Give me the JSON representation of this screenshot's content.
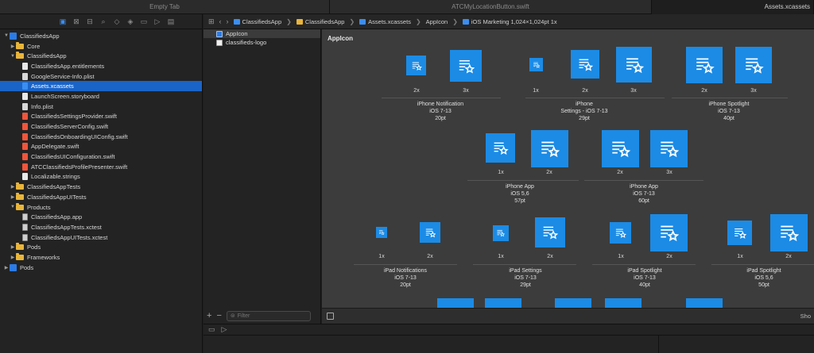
{
  "tabs": [
    "Empty Tab",
    "ATCMyLocationButton.swift",
    "Assets.xcassets"
  ],
  "navigator": {
    "toolbar_icons": [
      "folder-icon",
      "source-control-icon",
      "symbol-icon",
      "find-icon",
      "issue-icon",
      "test-icon",
      "debug-icon",
      "breakpoint-icon",
      "report-icon"
    ],
    "tree": [
      {
        "label": "ClassifiedsApp",
        "kind": "project",
        "indent": 0,
        "disclosure": "open"
      },
      {
        "label": "Core",
        "kind": "folder",
        "indent": 1,
        "disclosure": "closed"
      },
      {
        "label": "ClassifiedsApp",
        "kind": "folder",
        "indent": 1,
        "disclosure": "open"
      },
      {
        "label": "ClassifiedsApp.entitlements",
        "kind": "file",
        "indent": 2
      },
      {
        "label": "GoogleService-Info.plist",
        "kind": "plist",
        "indent": 2
      },
      {
        "label": "Assets.xcassets",
        "kind": "assets",
        "indent": 2,
        "selected": true
      },
      {
        "label": "LaunchScreen.storyboard",
        "kind": "file",
        "indent": 2
      },
      {
        "label": "Info.plist",
        "kind": "plist",
        "indent": 2
      },
      {
        "label": "ClassifiedsSettingsProvider.swift",
        "kind": "swift",
        "indent": 2
      },
      {
        "label": "ClassifiedsServerConfig.swift",
        "kind": "swift",
        "indent": 2
      },
      {
        "label": "ClassifiedsOnboardingUIConfig.swift",
        "kind": "swift",
        "indent": 2
      },
      {
        "label": "AppDelegate.swift",
        "kind": "swift",
        "indent": 2
      },
      {
        "label": "ClassifiedsUIConfiguration.swift",
        "kind": "swift",
        "indent": 2
      },
      {
        "label": "ATCClassifiedsProfilePresenter.swift",
        "kind": "swift",
        "indent": 2
      },
      {
        "label": "Localizable.strings",
        "kind": "file",
        "indent": 2
      },
      {
        "label": "ClassifiedsAppTests",
        "kind": "folder",
        "indent": 1,
        "disclosure": "closed"
      },
      {
        "label": "ClassifiedsAppUITests",
        "kind": "folder",
        "indent": 1,
        "disclosure": "closed"
      },
      {
        "label": "Products",
        "kind": "folder",
        "indent": 1,
        "disclosure": "open"
      },
      {
        "label": "ClassifiedsApp.app",
        "kind": "app",
        "indent": 2
      },
      {
        "label": "ClassifiedsAppTests.xctest",
        "kind": "app",
        "indent": 2
      },
      {
        "label": "ClassifiedsAppUITests.xctest",
        "kind": "app",
        "indent": 2
      },
      {
        "label": "Pods",
        "kind": "folder",
        "indent": 1,
        "disclosure": "closed"
      },
      {
        "label": "Frameworks",
        "kind": "folder",
        "indent": 1,
        "disclosure": "closed"
      },
      {
        "label": "Pods",
        "kind": "project",
        "indent": 0,
        "disclosure": "closed"
      }
    ]
  },
  "jumpbar": {
    "crumbs": [
      "ClassifiedsApp",
      "ClassifiedsApp",
      "Assets.xcassets",
      "AppIcon",
      "iOS Marketing 1,024×1,024pt 1x"
    ]
  },
  "asset_list": {
    "items": [
      {
        "label": "AppIcon",
        "selected": true,
        "icon": "appicon-icon"
      },
      {
        "label": "classifieds-logo",
        "selected": false,
        "icon": "image-icon"
      }
    ],
    "filter_placeholder": "Filter"
  },
  "canvas": {
    "title": "AppIcon",
    "groups": [
      {
        "label_lines": [
          "iPhone Notification",
          "iOS 7-13",
          "20pt"
        ],
        "slots": [
          "2x",
          "3x"
        ]
      },
      {
        "label_lines": [
          "iPhone",
          "Settings - iOS 7-13",
          "29pt"
        ],
        "slots": [
          "1x",
          "2x",
          "3x"
        ]
      },
      {
        "label_lines": [
          "iPhone Spotlight",
          "iOS 7-13",
          "40pt"
        ],
        "slots": [
          "2x",
          "3x"
        ]
      },
      {
        "label_lines": [
          "iPhone App",
          "iOS 5,6",
          "57pt"
        ],
        "slots": [
          "1x",
          "2x"
        ]
      },
      {
        "label_lines": [
          "iPhone App",
          "iOS 7-13",
          "60pt"
        ],
        "slots": [
          "2x",
          "3x"
        ]
      },
      {
        "label_lines": [
          "iPad Notifications",
          "iOS 7-13",
          "20pt"
        ],
        "slots": [
          "1x",
          "2x"
        ]
      },
      {
        "label_lines": [
          "iPad Settings",
          "iOS 7-13",
          "29pt"
        ],
        "slots": [
          "1x",
          "2x"
        ]
      },
      {
        "label_lines": [
          "iPad Spotlight",
          "iOS 7-13",
          "40pt"
        ],
        "slots": [
          "1x",
          "2x"
        ]
      },
      {
        "label_lines": [
          "iPad Spotlight",
          "iOS 5,6",
          "50pt"
        ],
        "slots": [
          "1x",
          "2x"
        ]
      }
    ],
    "bottom_right_label": "Sho"
  },
  "colors": {
    "icon_blue": "#1b8be6",
    "selection_blue": "#1a64c8",
    "canvas_bg": "#3c3c3c"
  }
}
